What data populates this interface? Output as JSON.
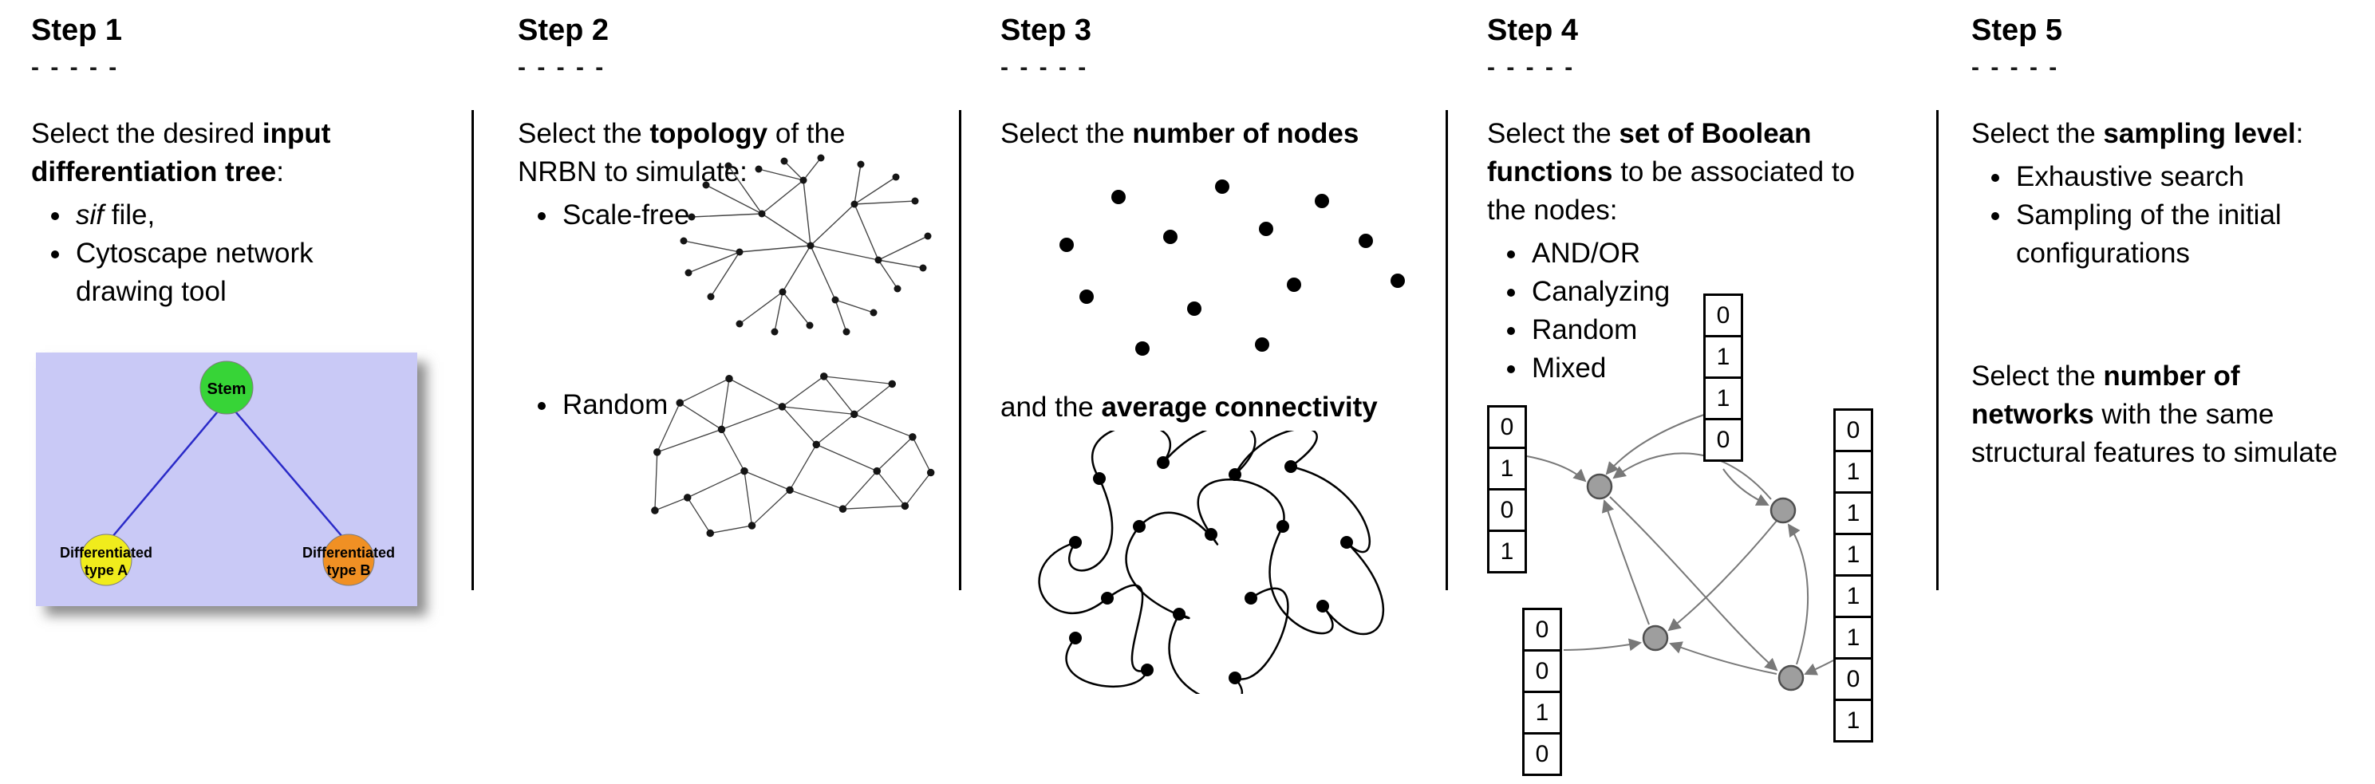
{
  "figure": {
    "step1": {
      "title": "Step 1",
      "dashes": "- - - - -",
      "intro_pre": "Select the desired ",
      "intro_bold": "input differentiation tree",
      "intro_post": ":",
      "bullet1_italic": "sif",
      "bullet1_rest": " file,",
      "bullet2": "Cytoscape network drawing tool",
      "tree": {
        "stem": "Stem",
        "type_a_line1": "Differentiated",
        "type_a_line2": "type A",
        "type_b_line1": "Differentiated",
        "type_b_line2": "type B"
      }
    },
    "step2": {
      "title": "Step 2",
      "dashes": "- - - - -",
      "intro_pre": "Select the ",
      "intro_bold": "topology",
      "intro_post": " of the NRBN to simulate:",
      "bullet1": "Scale-free",
      "bullet2": "Random"
    },
    "step3": {
      "title": "Step 3",
      "dashes": "- - - - -",
      "line1_pre": "Select the ",
      "line1_bold": "number of nodes",
      "line2_pre": "and the ",
      "line2_bold": "average connectivity"
    },
    "step4": {
      "title": "Step 4",
      "dashes": "- - - - -",
      "intro_pre": "Select the ",
      "intro_bold": "set of Boolean functions",
      "intro_post": " to be associated to the nodes:",
      "bullets": [
        "AND/OR",
        "Canalyzing",
        "Random",
        "Mixed"
      ],
      "truth_tables": {
        "left": [
          "0",
          "1",
          "0",
          "1"
        ],
        "top": [
          "0",
          "1",
          "1",
          "0"
        ],
        "bottom_left": [
          "0",
          "0",
          "1",
          "0"
        ],
        "right": [
          "0",
          "1",
          "1",
          "1",
          "1",
          "1",
          "0",
          "1"
        ]
      }
    },
    "step5": {
      "title": "Step 5",
      "dashes": "- - - - -",
      "intro_pre": "Select the ",
      "intro_bold": "sampling level",
      "intro_post": ":",
      "bullet1": "Exhaustive search",
      "bullet2": "Sampling of the initial configurations",
      "second_line1_pre": "Select the ",
      "second_line1_bold": "number of",
      "second_line2_bold": "networks",
      "second_line2_rest": " with the same",
      "second_line3": "structural features to simulate"
    }
  },
  "colors": {
    "stem_green": "#37d437",
    "type_a_yellow": "#f0ec1c",
    "type_b_orange": "#f09024",
    "tree_background": "#c9c9f6",
    "tree_edge_blue": "#2a2ac8",
    "boolean_node_gray": "#9e9e9e"
  }
}
